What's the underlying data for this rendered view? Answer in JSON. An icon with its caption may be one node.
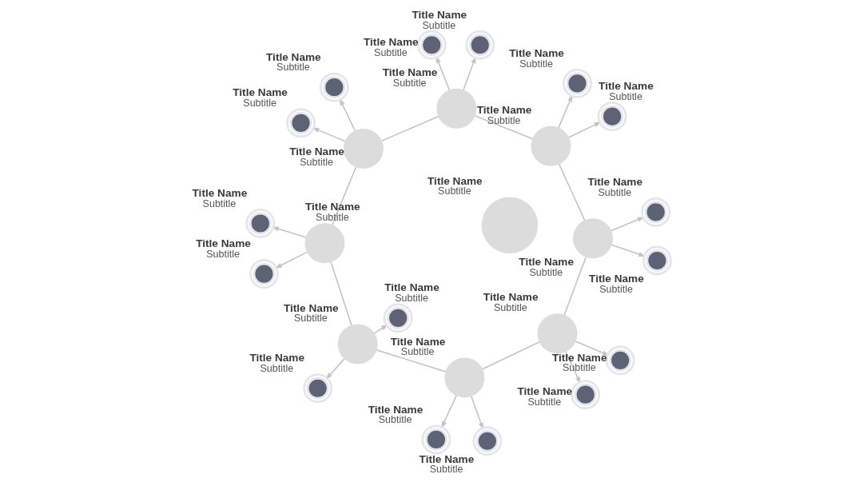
{
  "diagram": {
    "nodes": [
      {
        "text": [],
        "shape": "circle",
        "beside": [
          "Title Name",
          "Subtitle"
        ]
      },
      {
        "text": [],
        "shape": "circle",
        "beside": [
          "Title Name",
          "Subtitle"
        ]
      },
      {
        "text": [],
        "shape": "circle",
        "beside": [
          "Title Name",
          "Subtitle"
        ]
      },
      {
        "text": [],
        "shape": "circle",
        "beside": [
          "Title Name",
          "Subtitle"
        ]
      },
      {
        "text": [],
        "shape": "circle",
        "beside": [
          "Title Name",
          "Subtitle"
        ]
      },
      {
        "text": [],
        "shape": "circle",
        "beside": [
          "Title Name",
          "Subtitle"
        ]
      },
      {
        "text": [],
        "shape": "circle",
        "beside": [
          "Title Name",
          "Subtitle"
        ]
      },
      {
        "text": [],
        "shape": "circle",
        "beside": [
          "Title Name",
          "Subtitle"
        ]
      },
      {
        "text": [],
        "shape": "circle",
        "beside": [
          "Title Name",
          "Subtitle"
        ]
      },
      {
        "text": [],
        "shape": "person",
        "beside": [
          "Title Name",
          "Subtitle"
        ]
      },
      {
        "text": [],
        "shape": "person",
        "beside": [
          "Title Name",
          "Subtitle"
        ]
      },
      {
        "text": [],
        "shape": "person",
        "beside": [
          "Title Name",
          "Subtitle"
        ]
      },
      {
        "text": [],
        "shape": "person",
        "beside": [
          "Title Name",
          "Subtitle"
        ]
      },
      {
        "text": [],
        "shape": "person",
        "beside": [
          "Title Name",
          "Subtitle"
        ]
      },
      {
        "text": [],
        "shape": "person",
        "beside": [
          "Title Name",
          "Subtitle"
        ]
      },
      {
        "text": [],
        "shape": "person",
        "beside": [
          "Title Name",
          "Subtitle"
        ]
      },
      {
        "text": [],
        "shape": "person",
        "beside": [
          "Title Name",
          "Subtitle"
        ]
      },
      {
        "text": [],
        "shape": "person",
        "beside": [
          "Title Name",
          "Subtitle"
        ]
      },
      {
        "text": [],
        "shape": "person",
        "beside": [
          "Title Name",
          "Subtitle"
        ]
      },
      {
        "text": [],
        "shape": "person",
        "beside": [
          "Title Name",
          "Subtitle"
        ]
      },
      {
        "text": [],
        "shape": "person",
        "beside": [
          "Title Name",
          "Subtitle"
        ]
      },
      {
        "text": [],
        "shape": "person",
        "beside": [
          "Title Name",
          "Subtitle"
        ]
      },
      {
        "text": [],
        "shape": "person",
        "beside": [
          "Title Name",
          "Subtitle"
        ]
      },
      {
        "text": [],
        "shape": "person",
        "beside": [
          "Title Name",
          "Subtitle"
        ]
      },
      {
        "text": [],
        "shape": "person",
        "beside": [
          "Title Name",
          "Subtitle"
        ]
      }
    ],
    "edges": [
      {
        "from": 1,
        "to": 2,
        "arrow": "none"
      },
      {
        "from": 2,
        "to": 3,
        "arrow": "none"
      },
      {
        "from": 3,
        "to": 4,
        "arrow": "none"
      },
      {
        "from": 4,
        "to": 5,
        "arrow": "none"
      },
      {
        "from": 5,
        "to": 6,
        "arrow": "none"
      },
      {
        "from": 6,
        "to": 7,
        "arrow": "none"
      },
      {
        "from": 7,
        "to": 8,
        "arrow": "none"
      },
      {
        "from": 8,
        "to": 1,
        "arrow": "none"
      },
      {
        "from": 1,
        "to": 9,
        "arrow": "to"
      },
      {
        "from": 1,
        "to": 10,
        "arrow": "to"
      },
      {
        "from": 2,
        "to": 11,
        "arrow": "to"
      },
      {
        "from": 2,
        "to": 12,
        "arrow": "to"
      },
      {
        "from": 3,
        "to": 13,
        "arrow": "to"
      },
      {
        "from": 3,
        "to": 14,
        "arrow": "to"
      },
      {
        "from": 4,
        "to": 15,
        "arrow": "to"
      },
      {
        "from": 4,
        "to": 16,
        "arrow": "to"
      },
      {
        "from": 5,
        "to": 17,
        "arrow": "to"
      },
      {
        "from": 5,
        "to": 18,
        "arrow": "to"
      },
      {
        "from": 6,
        "to": 19,
        "arrow": "to"
      },
      {
        "from": 6,
        "to": 20,
        "arrow": "to"
      },
      {
        "from": 7,
        "to": 21,
        "arrow": "to"
      },
      {
        "from": 7,
        "to": 22,
        "arrow": "to"
      },
      {
        "from": 8,
        "to": 23,
        "arrow": "to"
      },
      {
        "from": 8,
        "to": 24,
        "arrow": "to"
      }
    ]
  }
}
